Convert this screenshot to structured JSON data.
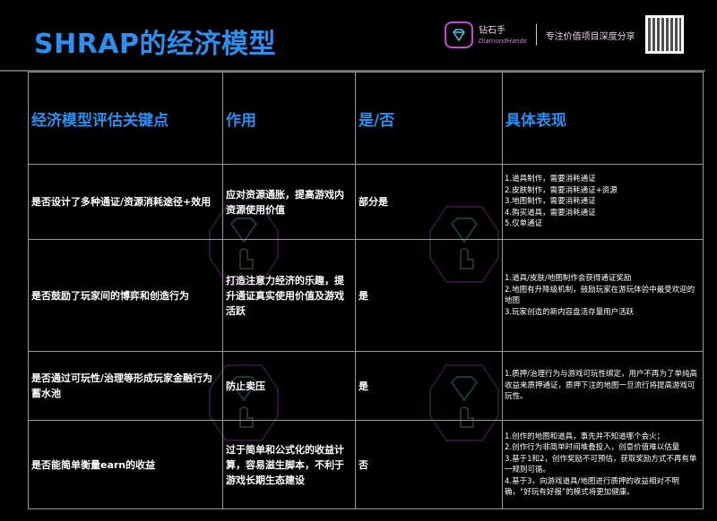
{
  "title": "SHRAP的经济模型",
  "brand": {
    "name": "钻石手",
    "sub": "DiamondHands",
    "slogan": "专注价值项目深度分享"
  },
  "headers": [
    "经济模型评估关键点",
    "作用",
    "是/否",
    "具体表现"
  ],
  "rows": [
    {
      "point": "是否设计了多种通证/资源消耗途径+效用",
      "role": "应对资源通胀，提高游戏内资源使用价值",
      "yn": "部分是",
      "details": [
        "1.道具制作，需要消耗通证",
        "2.皮肤制作，需要消耗通证+资源",
        "3.地图制作，需要消耗通证",
        "4.购买道具，需要消耗通证",
        "5.仅单通证"
      ]
    },
    {
      "point": "是否鼓励了玩家间的博弈和创造行为",
      "role": "打造注意力经济的乐趣，提升通证真实使用价值及游戏活跃",
      "yn": "是",
      "details": [
        "1.道具/皮肤/地图制作会获得通证奖励",
        "2.地图有升降级机制，鼓励玩家在游玩体验中最受欢迎的地图",
        "3.玩家创造的新内容盘活存量用户活跃"
      ]
    },
    {
      "point": "是否通过可玩性/治理等形成玩家金融行为蓄水池",
      "role": "防止卖压",
      "yn": "是",
      "details": [
        "1.质押/治理行为与游戏可玩性绑定，用户不再为了单纯高收益来质押通证，质押下注的地图一旦流行将提高游戏可玩性。"
      ]
    },
    {
      "point": "是否能简单衡量earn的收益",
      "role": "过于简单和公式化的收益计算，容易滋生脚本，不利于游戏长期生态建设",
      "yn": "否",
      "details": [
        "1.创作的地图和道具，事先并不知道哪个会火；",
        "2.创作行为非简单时间堆叠投入，创意价值难以估量",
        "3.基于1和2，创作奖励不可预估，获取奖励方式不再有单一规则可循。",
        "4.基于3，向游戏道具/地图进行质押的收益相对不明确，“好玩有好报”的模式将更加健康。"
      ]
    }
  ]
}
